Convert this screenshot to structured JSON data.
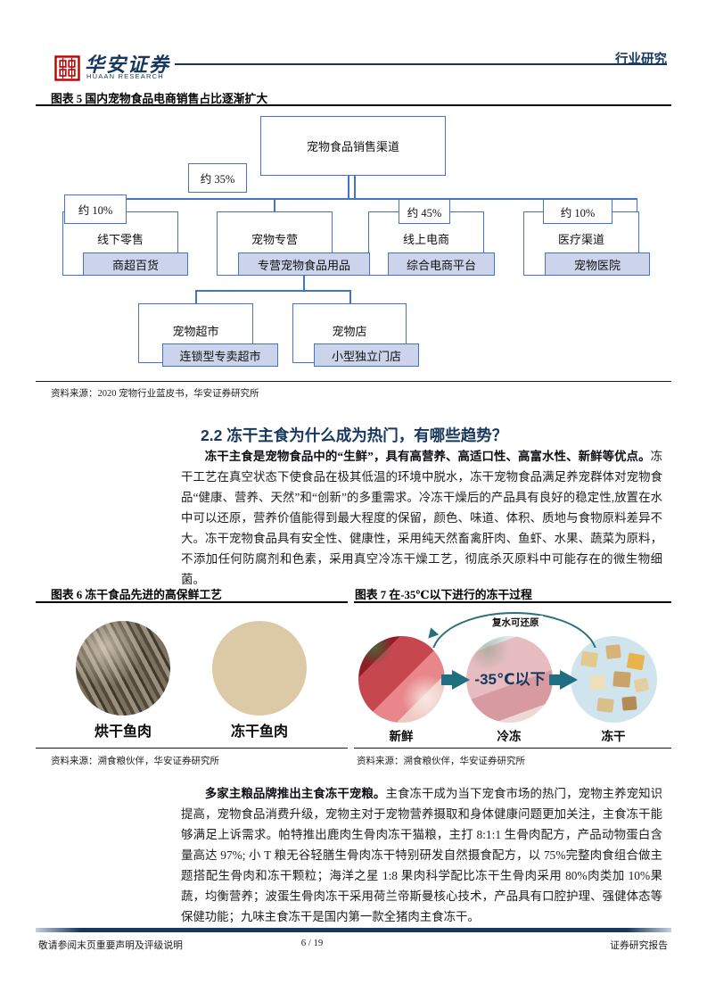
{
  "header": {
    "logo_cn": "华安证券",
    "logo_en": "HUAAN RESEARCH",
    "category": "行业研究"
  },
  "figure5": {
    "title": "图表 5 国内宠物食品电商销售占比逐渐扩大",
    "source": "资料来源：2020 宠物行业蓝皮书，华安证券研究所",
    "chart": {
      "root": "宠物食品销售渠道",
      "pct_root_left": "约 35%",
      "children": [
        {
          "pct": "约 10%",
          "name": "线下零售",
          "sub": "商超百货"
        },
        {
          "pct": "",
          "name": "宠物专营",
          "sub": "专营宠物食品用品"
        },
        {
          "pct": "约 45%",
          "name": "线上电商",
          "sub": "综合电商平台"
        },
        {
          "pct": "约 10%",
          "name": "医疗渠道",
          "sub": "宠物医院"
        }
      ],
      "level3": [
        {
          "name": "宠物超市",
          "sub": "连锁型专卖超市"
        },
        {
          "name": "宠物店",
          "sub": "小型独立门店"
        }
      ]
    }
  },
  "section": {
    "heading": "2.2 冻干主食为什么成为热门，有哪些趋势？",
    "para1_bold": "冻干主食是宠物食品中的“生鲜”，具有高营养、高适口性、高富水性、新鲜等优点。",
    "para1_rest": "冻干工艺在真空状态下使食品在极其低温的环境中脱水，冻干宠物食品满足养宠群体对宠物食品“健康、营养、天然”和“创新”的多重需求。冷冻干燥后的产品具有良好的稳定性,放置在水中可以还原，营养价值能得到最大程度的保留，颜色、味道、体积、质地与食物原料差异不大。冻干宠物食品具有安全性、健康性，采用纯天然畜禽肝肉、鱼虾、水果、蔬菜为原料，不添加任何防腐剂和色素，采用真空冷冻干燥工艺，彻底杀灭原料中可能存在的微生物细菌。",
    "para2_bold": "多家主粮品牌推出主食冻干宠粮。",
    "para2_rest": "主食冻干成为当下宠食市场的热门，宠物主养宠知识提高，宠物食品消费升级，宠物主对于宠物营养摄取和身体健康问题更加关注，主食冻干能够满足上诉需求。帕特推出鹿肉生骨肉冻干猫粮，主打 8:1:1 生骨肉配方，产品动物蛋白含量高达 97%; 小 T 粮无谷轻膳生骨肉冻干特别研发自然摄食配方，以 75%完整肉食组合做主题搭配生骨肉和冻干颗粒；海洋之星 1:8 果肉科学配比冻干生骨肉采用 80%肉类加 10%果蔬，均衡营养；波蛋生骨肉冻干采用荷兰帝斯曼核心技术，产品具有口腔护理、强健体态等保健功能；九味主食冻干是国内第一款全猪肉主食冻干。"
  },
  "figure6": {
    "title": "图表 6 冻干食品先进的高保鲜工艺",
    "labels": [
      "烘干鱼肉",
      "冻干鱼肉"
    ],
    "source": "资料来源：溯食粮伙伴，华安证券研究所"
  },
  "figure7": {
    "title": "图表 7 在-35℃以下进行的冻干过程",
    "arc_label": "复水可还原",
    "temp_overlay": "-35℃以下",
    "labels": [
      "新鲜",
      "冷冻",
      "冻干"
    ],
    "source": "资料来源：溯食粮伙伴，华安证券研究所"
  },
  "footer": {
    "disclaimer": "敬请参阅末页重要声明及评级说明",
    "page": "6 / 19",
    "report_type": "证券研究报告"
  },
  "colors": {
    "brand_navy": "#17375E",
    "logo_red": "#C00000",
    "chart_box_border": "#4472C4",
    "chart_sub_fill": "#CBD4EA",
    "process_teal": "#1F6F80"
  }
}
